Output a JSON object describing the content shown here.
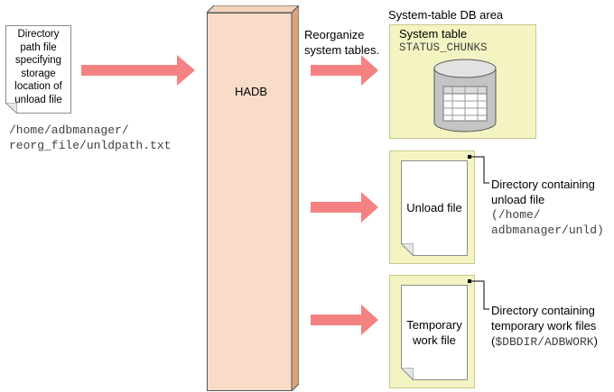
{
  "input": {
    "note_lines": [
      "Directory",
      "path file",
      "specifying",
      "storage",
      "location of",
      "unload file"
    ],
    "path_lines": [
      "/home/adbmanager/",
      "reorg_file/unldpath.txt"
    ]
  },
  "hadb": {
    "label": "HADB"
  },
  "reorganize": {
    "lines": [
      "Reorganize",
      "system tables."
    ]
  },
  "db_area": {
    "title": "System-table DB area",
    "system_table_label": "System table",
    "system_table_name": "STATUS_CHUNKS"
  },
  "unload": {
    "file_label": "Unload file",
    "callout_lines": [
      "Directory containing",
      "unload file"
    ],
    "callout_path_lines": [
      "(/home/",
      "adbmanager/unld)"
    ]
  },
  "work": {
    "file_label_lines": [
      "Temporary",
      "work file"
    ],
    "callout_lines": [
      "Directory containing",
      "temporary work files"
    ],
    "callout_path": "$DBDIR/ADBWORK"
  },
  "colors": {
    "arrow": "#f48282",
    "hadb_front": "#f9dcc8",
    "hadb_side": "#d9a47c",
    "area_fill": "#f4f4c3",
    "cylinder": "#c0c0c0"
  },
  "icons": [
    "arrow-right-icon",
    "database-cylinder-icon",
    "document-icon",
    "note-icon"
  ]
}
